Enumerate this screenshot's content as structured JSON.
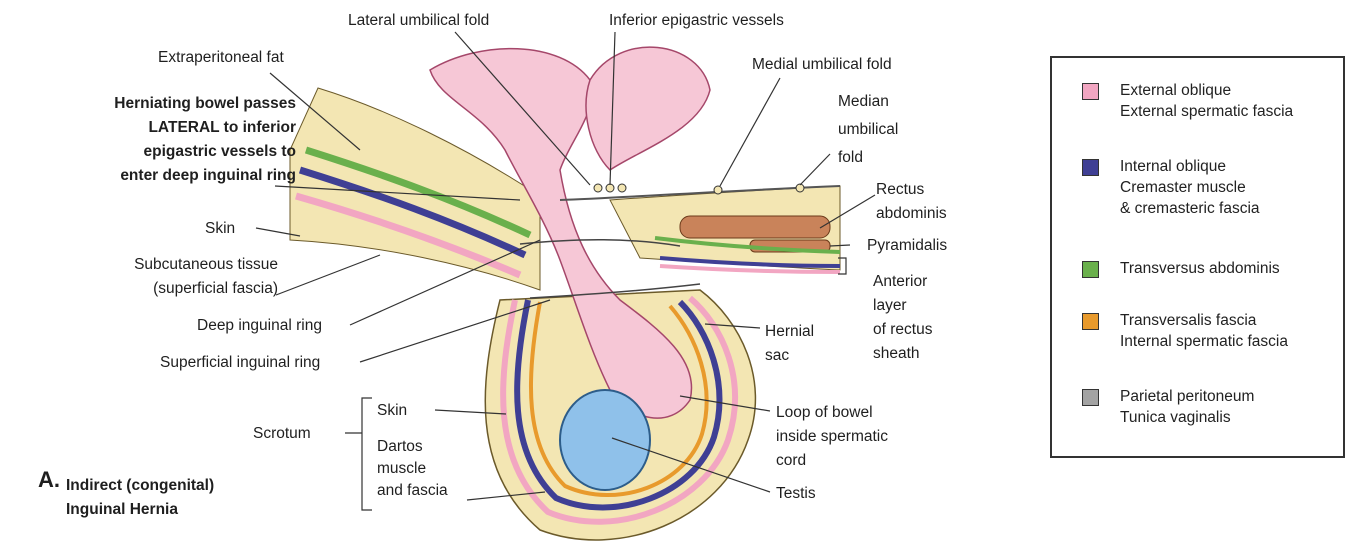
{
  "labels": {
    "lateral_umbilical_fold": "Lateral umbilical fold",
    "inferior_epigastric_vessels": "Inferior epigastric vessels",
    "extraperitoneal_fat": "Extraperitoneal fat",
    "medial_umbilical_fold": "Medial umbilical fold",
    "median_umbilical_fold": "Median\numbilical\nfold",
    "herniating_bowel": "Herniating bowel passes\nLATERAL to inferior\nepigastric vessels to\nenter deep inguinal ring",
    "rectus_abdominis": "Rectus\nabdominis",
    "skin": "Skin",
    "pyramidalis": "Pyramidalis",
    "subcutaneous_tissue": "Subcutaneous tissue\n(superficial fascia)",
    "anterior_layer": "Anterior\nlayer\nof rectus\nsheath",
    "deep_inguinal_ring": "Deep inguinal ring",
    "hernial_sac": "Hernial\nsac",
    "superficial_inguinal_ring": "Superficial inguinal ring",
    "scrotum": "Scrotum",
    "scrotum_skin": "Skin",
    "dartos": "Dartos\nmuscle\nand fascia",
    "loop_of_bowel": "Loop of bowel\ninside spermatic\ncord",
    "testis": "Testis"
  },
  "caption": {
    "letter": "A.",
    "title": "Indirect (congenital)\nInguinal Hernia"
  },
  "legend": [
    {
      "label": "External oblique\nExternal spermatic fascia",
      "color": "#f2a6c2"
    },
    {
      "label": "Internal oblique\nCremaster muscle\n& cremasteric fascia",
      "color": "#3f3f94"
    },
    {
      "label": "Transversus abdominis",
      "color": "#6ab04c"
    },
    {
      "label": "Transversalis fascia\nInternal spermatic fascia",
      "color": "#e89a2c"
    },
    {
      "label": "Parietal peritoneum\nTunica vaginalis",
      "color": "#a3a3a3"
    }
  ]
}
